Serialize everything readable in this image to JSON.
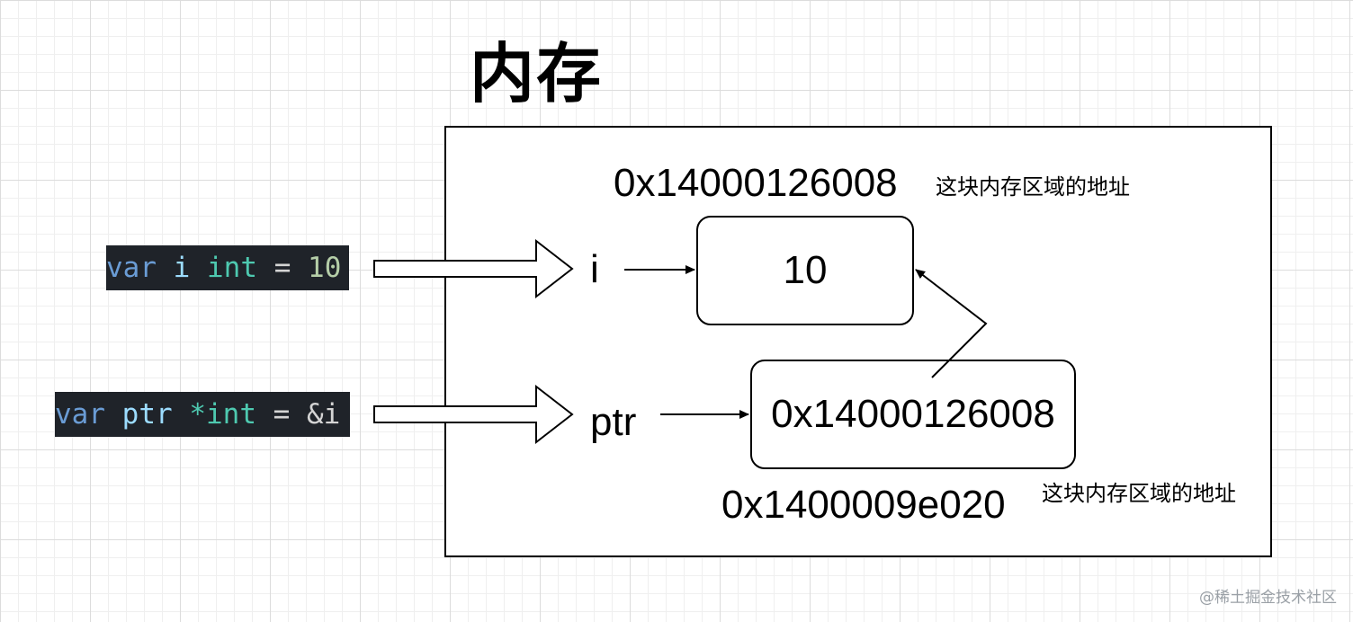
{
  "title": "内存",
  "code": {
    "line_i": {
      "kw": "var",
      "name": "i",
      "type": "int",
      "op": "=",
      "value": "10"
    },
    "line_ptr": {
      "kw": "var",
      "name": "ptr",
      "type": "*int",
      "op": "=",
      "value": "&i"
    }
  },
  "memory": {
    "var_i": {
      "label": "i",
      "value": "10",
      "address": "0x14000126008",
      "address_note": "这块内存区域的地址"
    },
    "var_ptr": {
      "label": "ptr",
      "value": "0x14000126008",
      "address": "0x1400009e020",
      "address_note": "这块内存区域的地址"
    }
  },
  "watermark": "@稀土掘金技术社区",
  "colors": {
    "code_bg": "#1f2329",
    "keyword": "#6a9cd5",
    "identifier": "#9cdcfe",
    "type": "#4ec9b0",
    "number": "#b5cea8",
    "grid": "#dcdcdc"
  }
}
